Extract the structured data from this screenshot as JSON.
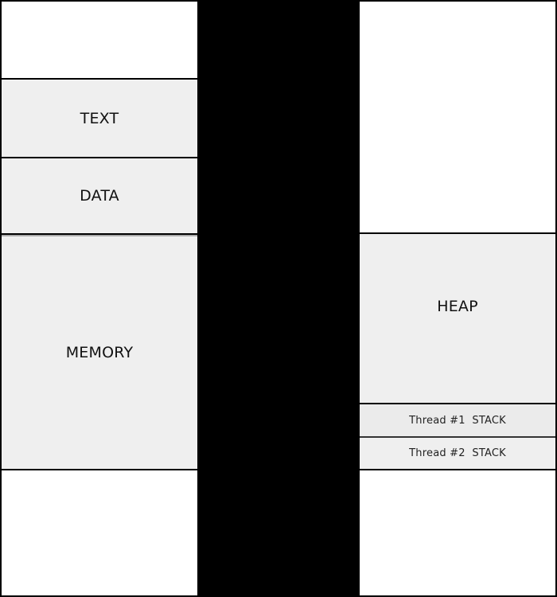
{
  "diagram": {
    "title": "",
    "process_memory": {
      "segments": [
        {
          "id": "text",
          "label": "TEXT"
        },
        {
          "id": "data",
          "label": "DATA"
        },
        {
          "id": "memory",
          "label": "MEMORY"
        }
      ]
    },
    "memory_detail": {
      "segments": [
        {
          "id": "heap",
          "label": "HEAP"
        },
        {
          "id": "thread1-stack",
          "label": "Thread #1  STACK"
        },
        {
          "id": "thread2-stack",
          "label": "Thread #2  STACK"
        }
      ]
    },
    "colors": {
      "background": "#000000",
      "panel": "#ffffff",
      "segment_fill": "#efefef",
      "border": "#000000"
    }
  }
}
